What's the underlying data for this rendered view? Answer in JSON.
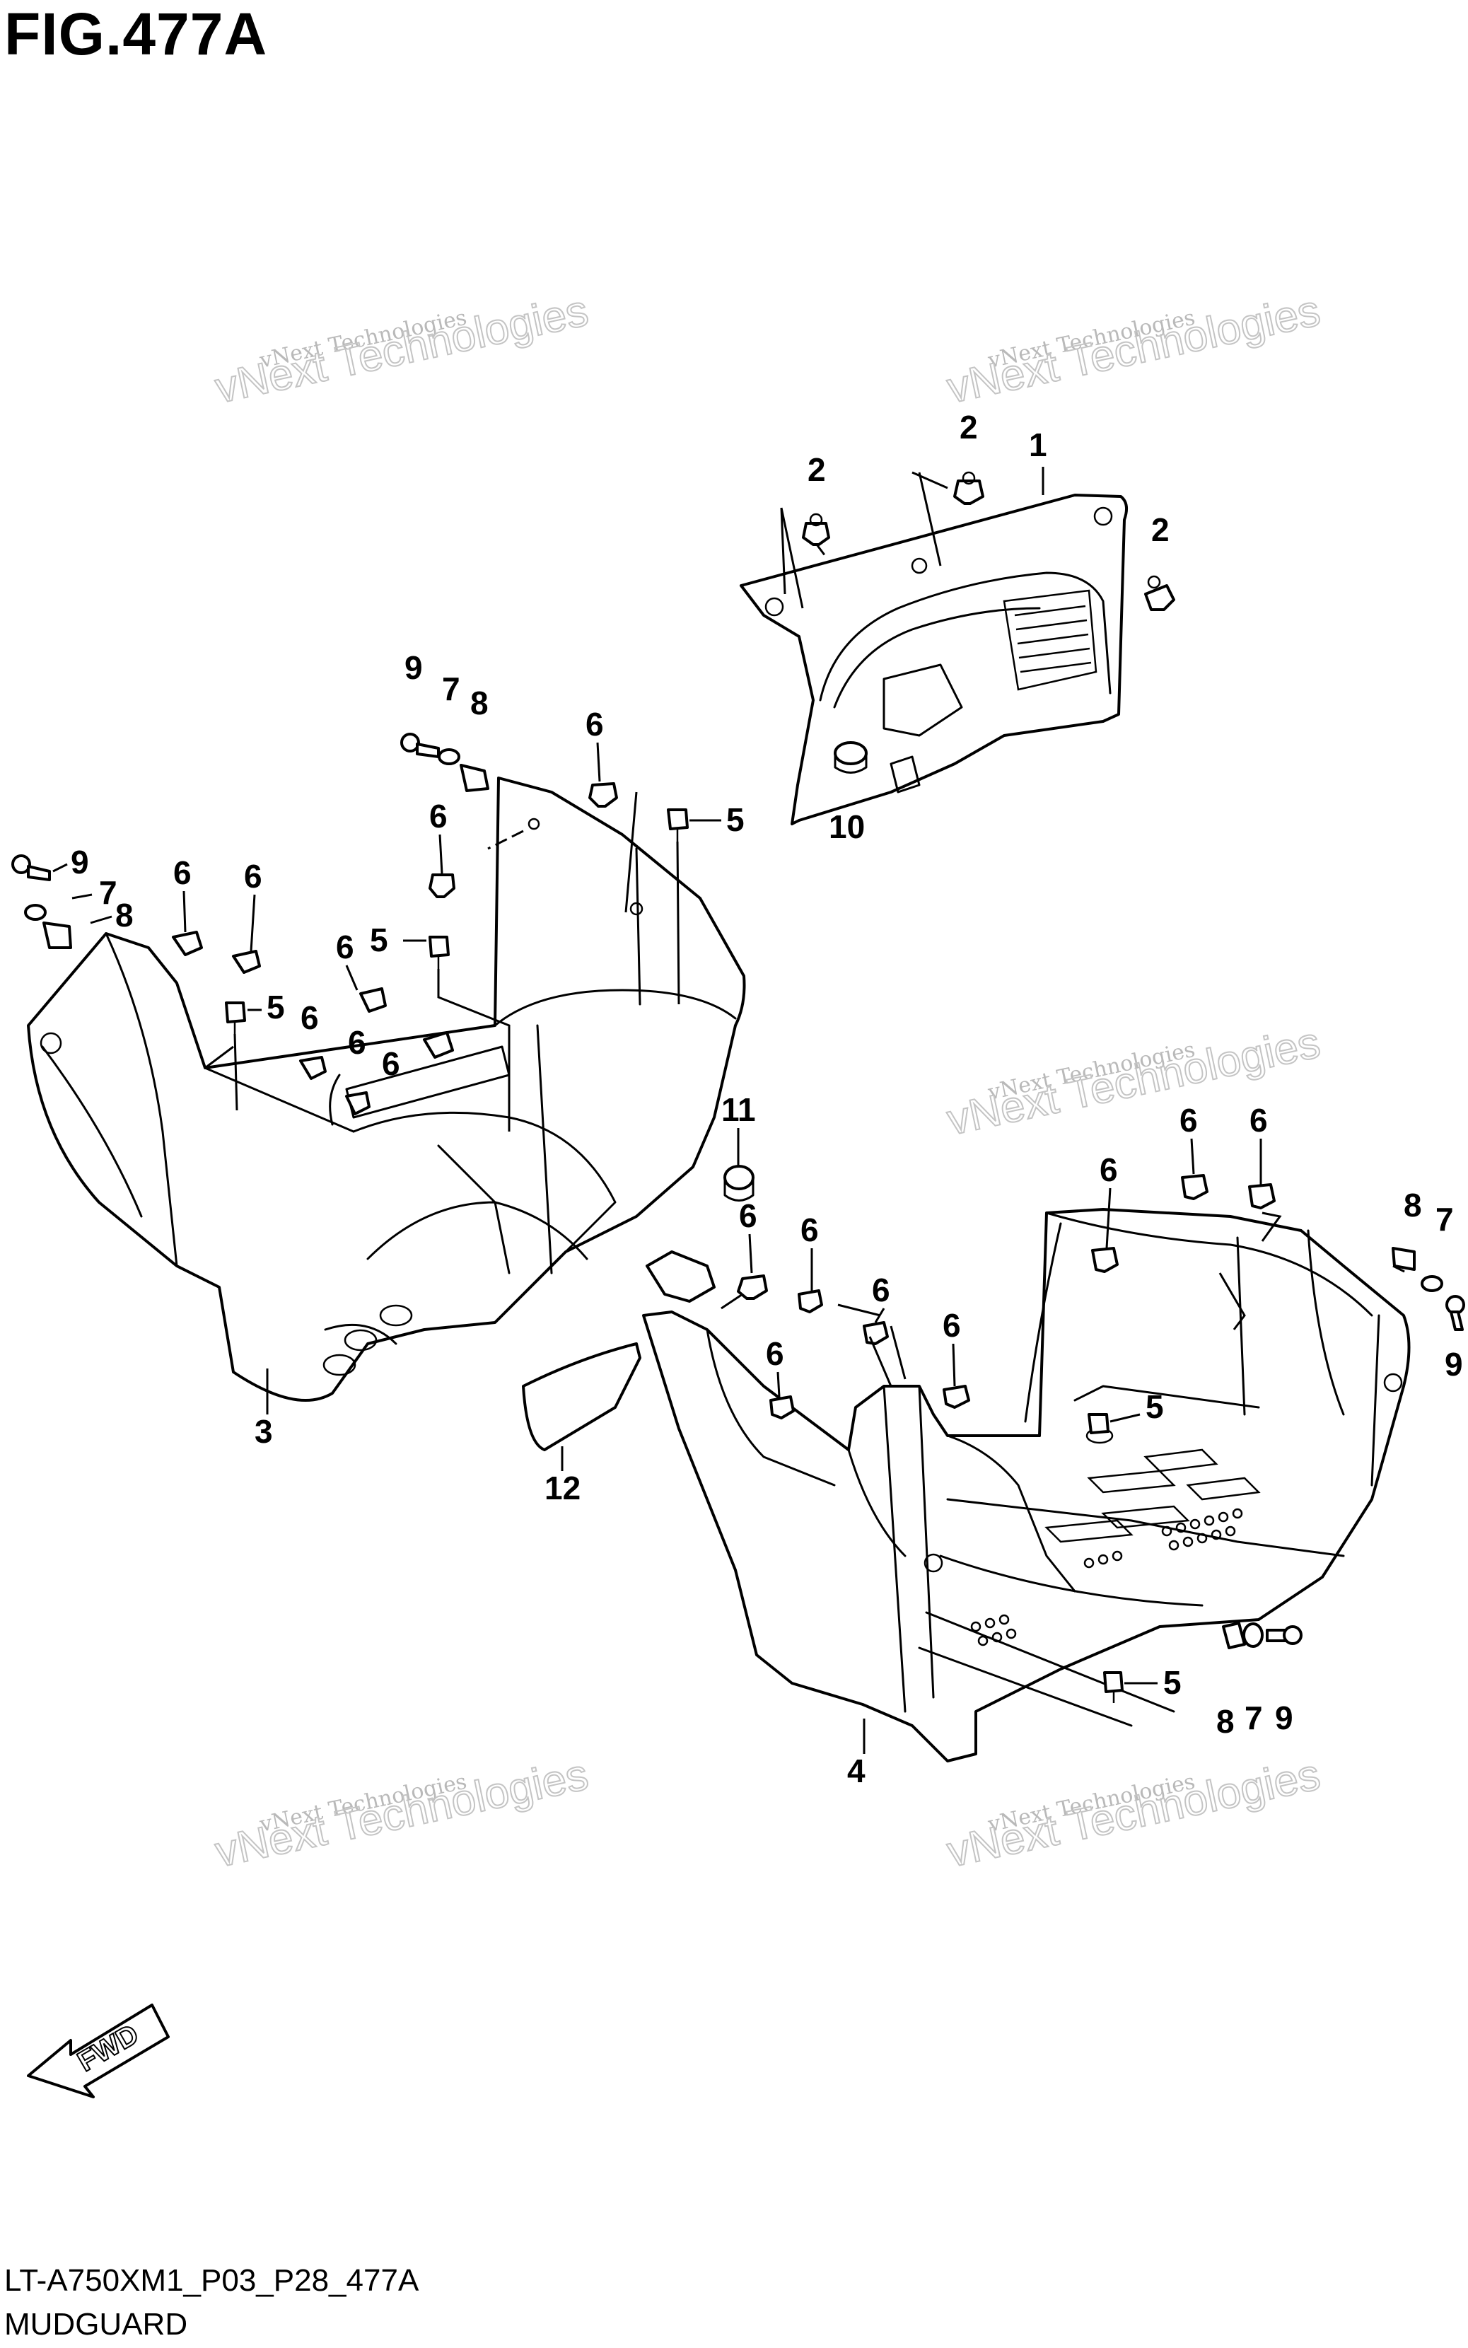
{
  "figure_title": "FIG.477A",
  "drawing_code": "LT-A750XM1_P03_P28_477A",
  "section_name": "MUDGUARD",
  "fwd_label": "FWD",
  "watermark": {
    "line1": "vNext Technologies",
    "line2": "vNext Technologies"
  },
  "callouts": {
    "c1": "1",
    "c2a": "2",
    "c2b": "2",
    "c2c": "2",
    "c3": "3",
    "c4": "4",
    "c5a": "5",
    "c5b": "5",
    "c5c": "5",
    "c5d": "5",
    "c5e": "5",
    "c6a": "6",
    "c6b": "6",
    "c6c": "6",
    "c6d": "6",
    "c6e": "6",
    "c6f": "6",
    "c6g": "6",
    "c6h": "6",
    "c6i": "6",
    "c6j": "6",
    "c6k": "6",
    "c6l": "6",
    "c6m": "6",
    "c6n": "6",
    "c6o": "6",
    "c7a": "7",
    "c7b": "7",
    "c7c": "7",
    "c7d": "7",
    "c8a": "8",
    "c8b": "8",
    "c8c": "8",
    "c8d": "8",
    "c9a": "9",
    "c9b": "9",
    "c9c": "9",
    "c9d": "9",
    "c10": "10",
    "c11": "11",
    "c12": "12"
  }
}
